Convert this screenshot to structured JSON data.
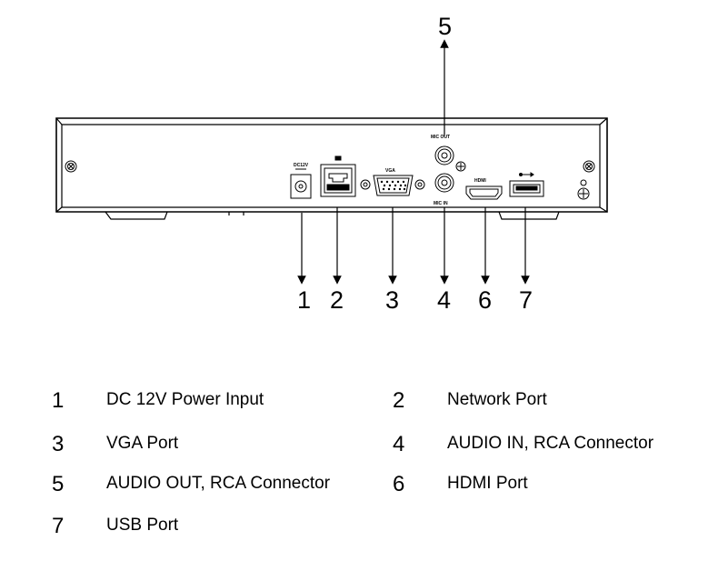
{
  "device": {
    "port_markings": {
      "power": "DC12V",
      "vga": "VGA",
      "mic_out": "MIC OUT",
      "mic_in": "MIC IN",
      "hdmi": "HDMI"
    }
  },
  "callouts": [
    "1",
    "2",
    "3",
    "4",
    "5",
    "6",
    "7"
  ],
  "legend": [
    {
      "number": "1",
      "label": "DC 12V Power Input"
    },
    {
      "number": "2",
      "label": "Network Port"
    },
    {
      "number": "3",
      "label": "VGA Port"
    },
    {
      "number": "4",
      "label": "AUDIO IN, RCA Connector"
    },
    {
      "number": "5",
      "label": "AUDIO OUT, RCA Connector"
    },
    {
      "number": "6",
      "label": "HDMI Port"
    },
    {
      "number": "7",
      "label": "USB Port"
    }
  ]
}
